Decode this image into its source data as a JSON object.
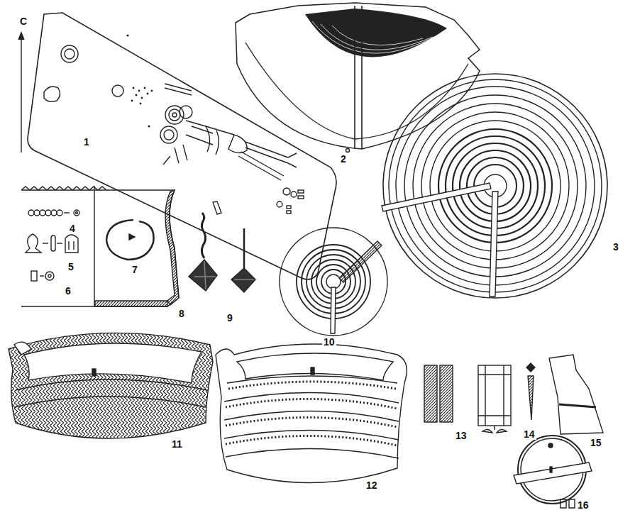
{
  "diagram": {
    "labels": [
      "C",
      "1",
      "2",
      "3",
      "4",
      "5",
      "6",
      "7",
      "8",
      "9",
      "10",
      "11",
      "12",
      "13",
      "14",
      "15",
      "16"
    ]
  }
}
